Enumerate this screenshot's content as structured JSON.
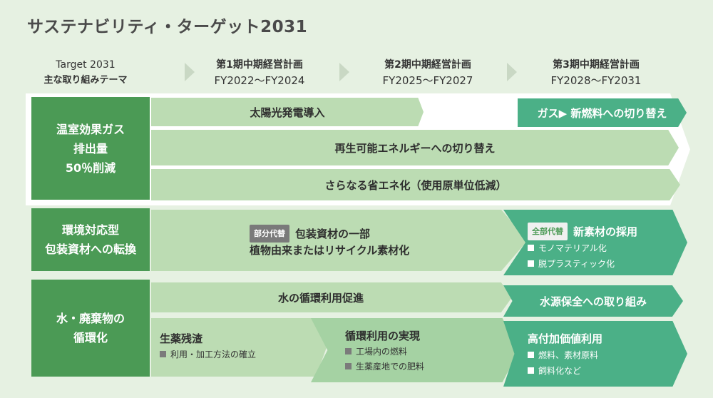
{
  "title": "サステナビリティ・ターゲット2031",
  "header": {
    "target_line1": "Target 2031",
    "target_line2": "主な取り組みテーマ",
    "plan1_name": "第1期中期経営計画",
    "plan1_years": "FY2022～FY2024",
    "plan2_name": "第2期中期経営計画",
    "plan2_years": "FY2025～FY2027",
    "plan3_name": "第3期中期経営計画",
    "plan3_years": "FY2028～FY2031"
  },
  "themes": {
    "ghg": {
      "line1": "温室効果ガス",
      "line2": "排出量",
      "line3": "50％削減"
    },
    "packaging": {
      "line1": "環境対応型",
      "line2": "包装資材への転換"
    },
    "water": {
      "line1": "水・廃棄物の",
      "line2": "循環化"
    }
  },
  "ghg_bars": {
    "solar": "太陽光発電導入",
    "gas": "ガス▶ 新燃料への切り替え",
    "renewable": "再生可能エネルギーへの切り替え",
    "saving": "さらなる省エネ化（使用原単位低減）"
  },
  "packaging_bars": {
    "partial_tag": "部分代替",
    "partial_line1": "包装資材の一部",
    "partial_line2": "植物由来またはリサイクル素材化",
    "full_tag": "全部代替",
    "full_title": "新素材の採用",
    "full_note1": "モノマテリアル化",
    "full_note2": "脱プラスティック化"
  },
  "water_bars": {
    "reuse": "水の循環利用促進",
    "conservation": "水源保全への取り組み",
    "residue_title": "生薬残渣",
    "residue_note": "利用・加工方法の確立",
    "recycle_title": "循環利用の実現",
    "recycle_note1": "工場内の燃料",
    "recycle_note2": "生薬産地での肥料",
    "value_title": "高付加価値利用",
    "value_note1": "燃料、素材原料",
    "value_note2": "飼料化など"
  },
  "colors": {
    "background": "#e6f1e2",
    "theme_green": "#4b9a55",
    "light_bar": "#bcdcb3",
    "mid_bar": "#a5d2a3",
    "teal": "#4bb087"
  }
}
